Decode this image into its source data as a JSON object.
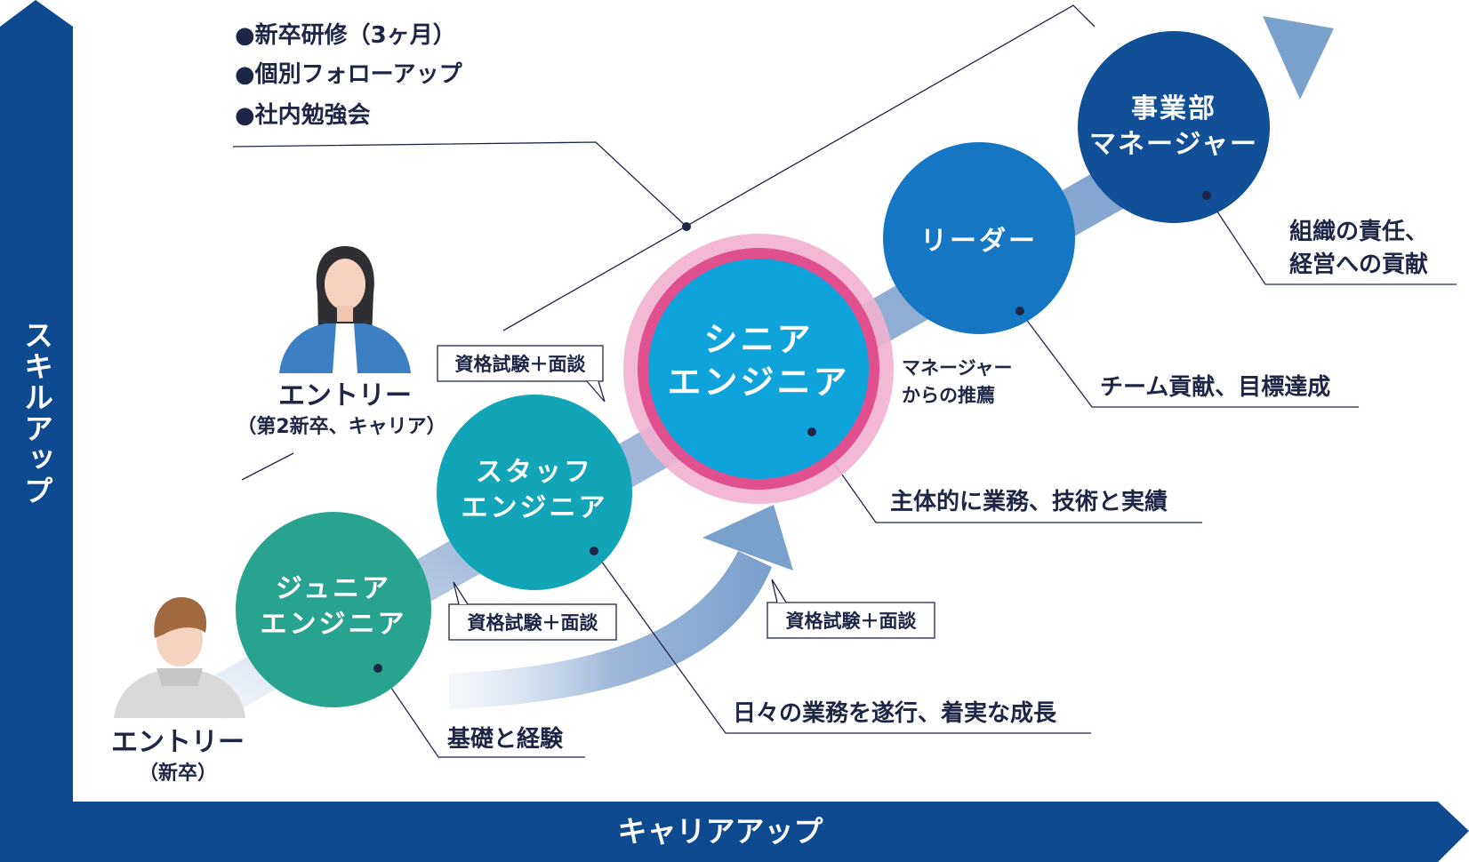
{
  "axes": {
    "y_label": "スキルアップ",
    "x_label": "キャリアアップ"
  },
  "training": {
    "items": [
      "●新卒研修（3ヶ月）",
      "●個別フォローアップ",
      "●社内勉強会"
    ]
  },
  "entries": {
    "new_grad": {
      "title": "エントリー",
      "sub": "（新卒）"
    },
    "career": {
      "title": "エントリー",
      "sub": "（第2新卒、キャリア）"
    }
  },
  "stages": {
    "junior": {
      "line1": "ジュニア",
      "line2": "エンジニア"
    },
    "staff": {
      "line1": "スタッフ",
      "line2": "エンジニア"
    },
    "senior": {
      "line1": "シニア",
      "line2": "エンジニア"
    },
    "leader": {
      "line1": "リーダー"
    },
    "manager": {
      "line1": "事業部",
      "line2": "マネージャー"
    }
  },
  "callouts": {
    "exam_top": "資格試験＋面談",
    "exam_staff": "資格試験＋面談",
    "exam_senior": "資格試験＋面談",
    "recommend_line1": "マネージャー",
    "recommend_line2": "からの推薦"
  },
  "descriptions": {
    "junior": "基礎と経験",
    "staff": "日々の業務を遂行、着実な成長",
    "senior": "主体的に業務、技術と実績",
    "leader": "チーム貢献、目標達成",
    "manager_line1": "組織の責任、",
    "manager_line2": "経営への貢献"
  },
  "colors": {
    "axis": "#0e4a8f",
    "ribbon": "#7aa0cc",
    "junior": "#27a38f",
    "staff": "#12a4b7",
    "senior": "#0fa3dc",
    "senior_ring": "#e0508f",
    "senior_halo": "#f2b1cf",
    "leader": "#1576c4",
    "manager": "#114f97",
    "text": "#1f2547"
  }
}
